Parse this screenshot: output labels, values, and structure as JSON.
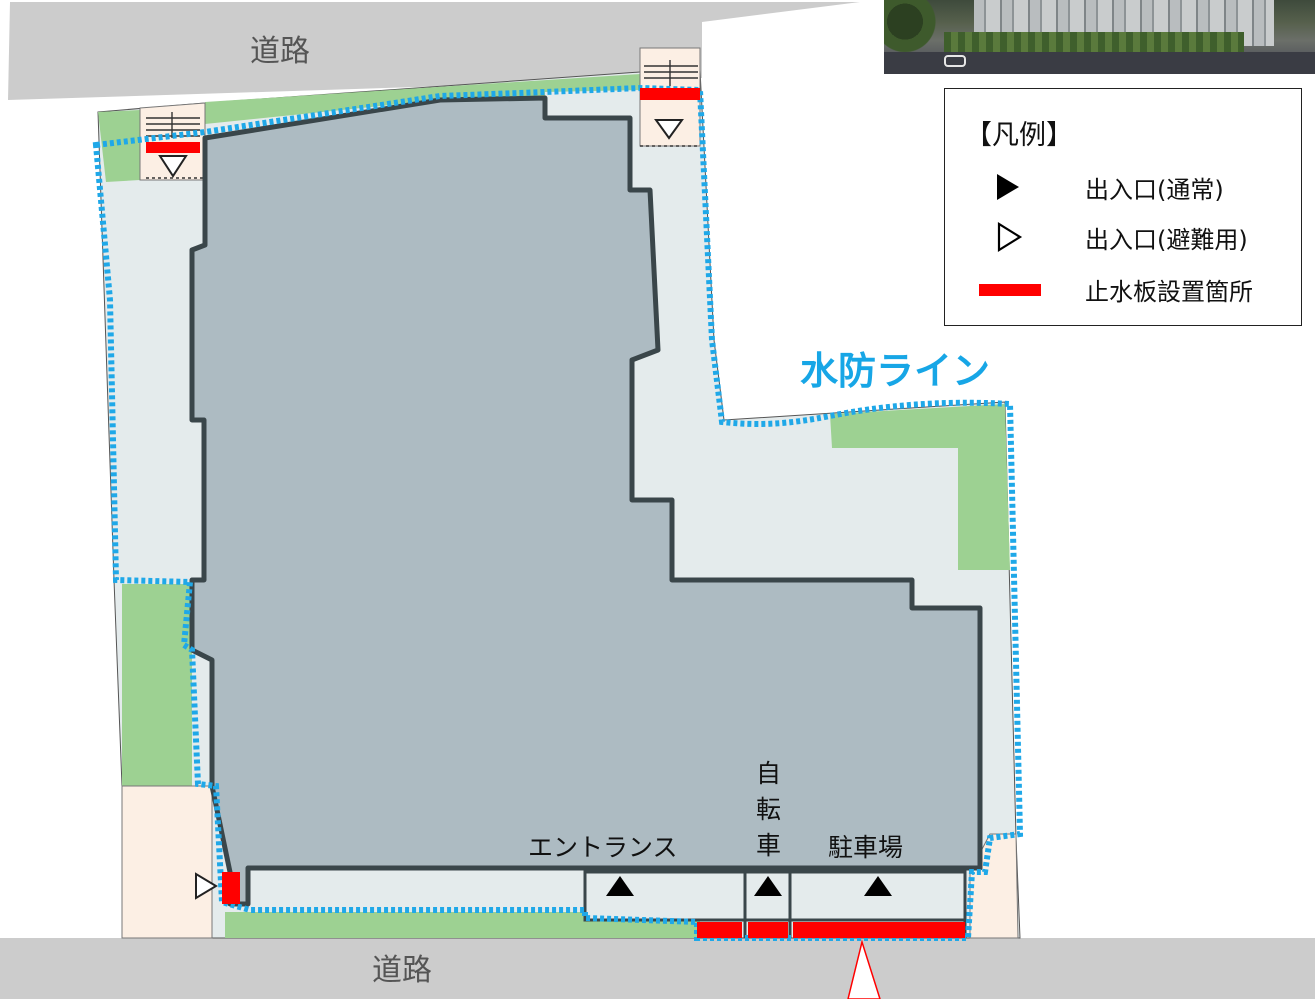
{
  "road_labels": {
    "top": "道路",
    "bottom": "道路"
  },
  "flood_line_label": "水防ライン",
  "legend": {
    "title": "【凡例】",
    "items": [
      {
        "symbol": "filled-triangle-icon",
        "label": "出入口(通常)"
      },
      {
        "symbol": "open-triangle-icon",
        "label": "出入口(避難用)"
      },
      {
        "symbol": "red-bar-icon",
        "label": "止水板設置箇所"
      }
    ]
  },
  "area_labels": {
    "entrance": "エントランス",
    "bicycle": [
      "自",
      "転",
      "車"
    ],
    "parking": "駐車場"
  },
  "colors": {
    "road": "#cccccc",
    "building": "#adbbc2",
    "building_outline": "#3a464a",
    "paving": "#e4ebec",
    "greenery": "#9dd192",
    "buff": "#fcefe4",
    "flood_line": "#1fa8e8",
    "flood_line_text": "#17a6e6",
    "barrier": "#ff0000",
    "triangle": "#000000"
  }
}
